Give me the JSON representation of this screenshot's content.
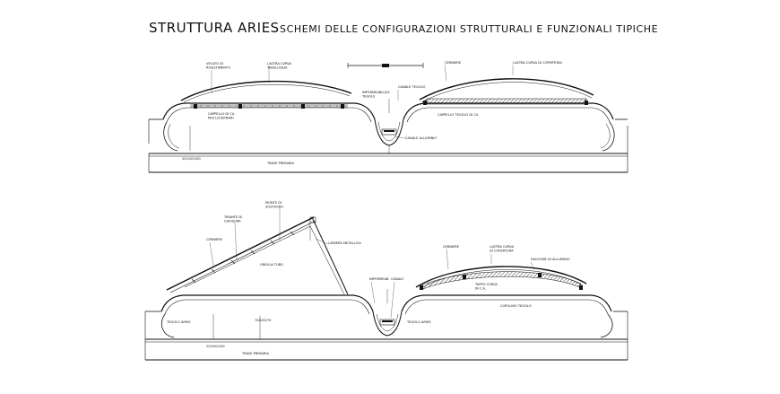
{
  "title": {
    "main": "STRUTTURA ARIES",
    "subtitle": "SCHEMI DELLE CONFIGURAZIONI STRUTTURALI E FUNZIONALI TIPICHE"
  },
  "top_section": {
    "labels": {
      "l1": "VELATO DI\nRIVESTIMENTO",
      "l2": "LASTRA CURVA\nTRASLUCIDA",
      "l3": "CAPPELLO DI CA\nPER LUCERNARI",
      "l4": "IMPERMEABILIZZ.\nTEGOLE",
      "l5": "CANALE TEGOLO",
      "l6": "CANALE ALLUMINIO",
      "l7": "CERNIERE",
      "l8": "LASTRA CURVA DI COPERTURA",
      "l9": "CAPPELLO TEGOLO DI CA",
      "l10": "20/100/100",
      "l11": "TRAVE PRIMARIA"
    }
  },
  "bottom_section": {
    "labels": {
      "b1": "MONTE DI\nSOSTEGNO",
      "b2": "TIRANTE DI\nCHIUSURA",
      "b3": "CERNIERE",
      "b4": "LAMIERA METALLICA",
      "b5": "GRIGLIA TUBO",
      "b6": "TEGOLO ARIES",
      "b7": "70/100/70",
      "b8": "IMPERMEAB.",
      "b9": "CANALE",
      "b10": "TEGOLO ARIES",
      "b11": "CERNIERE",
      "b12": "LASTRA CURVA\nDI COPERTURA",
      "b13": "FASCIONE DI ALLUMINIO",
      "b14": "TAPPO CURVA\nIN C.A.",
      "b15": "CUPOLINO TEGOLO",
      "b16": "20/100/100",
      "b17": "TRAVE PRIMARIA"
    }
  }
}
